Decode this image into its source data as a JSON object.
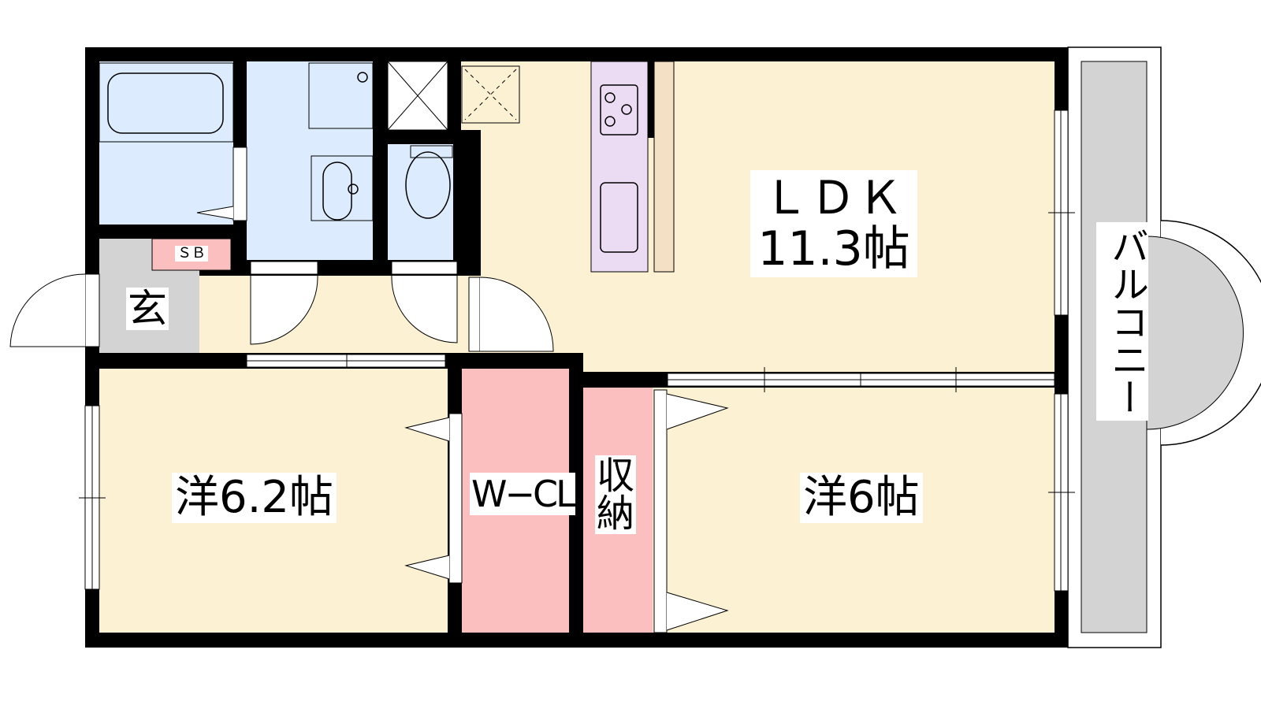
{
  "rooms": {
    "ldk": {
      "name": "ＬＤＫ",
      "size": "11.3帖"
    },
    "entrance": {
      "name": "玄"
    },
    "shoe_box": {
      "name": "ＳＢ"
    },
    "western_left": {
      "name": "洋6.2帖"
    },
    "walk_in_closet": {
      "name": "W−CL"
    },
    "storage": {
      "name_line1": "収",
      "name_line2": "納"
    },
    "western_right": {
      "name": "洋6帖"
    },
    "balcony": {
      "name": "バルコニー"
    }
  },
  "colors": {
    "wall": "#000000",
    "wet_area": "#dcebfd",
    "room": "#fdf1d3",
    "closet": "#fcbfc0",
    "kitchen": "#ebdcf3",
    "counter": "#f3e0c5",
    "entrance": "#d3d3d3",
    "balcony": "#d3d3d3"
  }
}
